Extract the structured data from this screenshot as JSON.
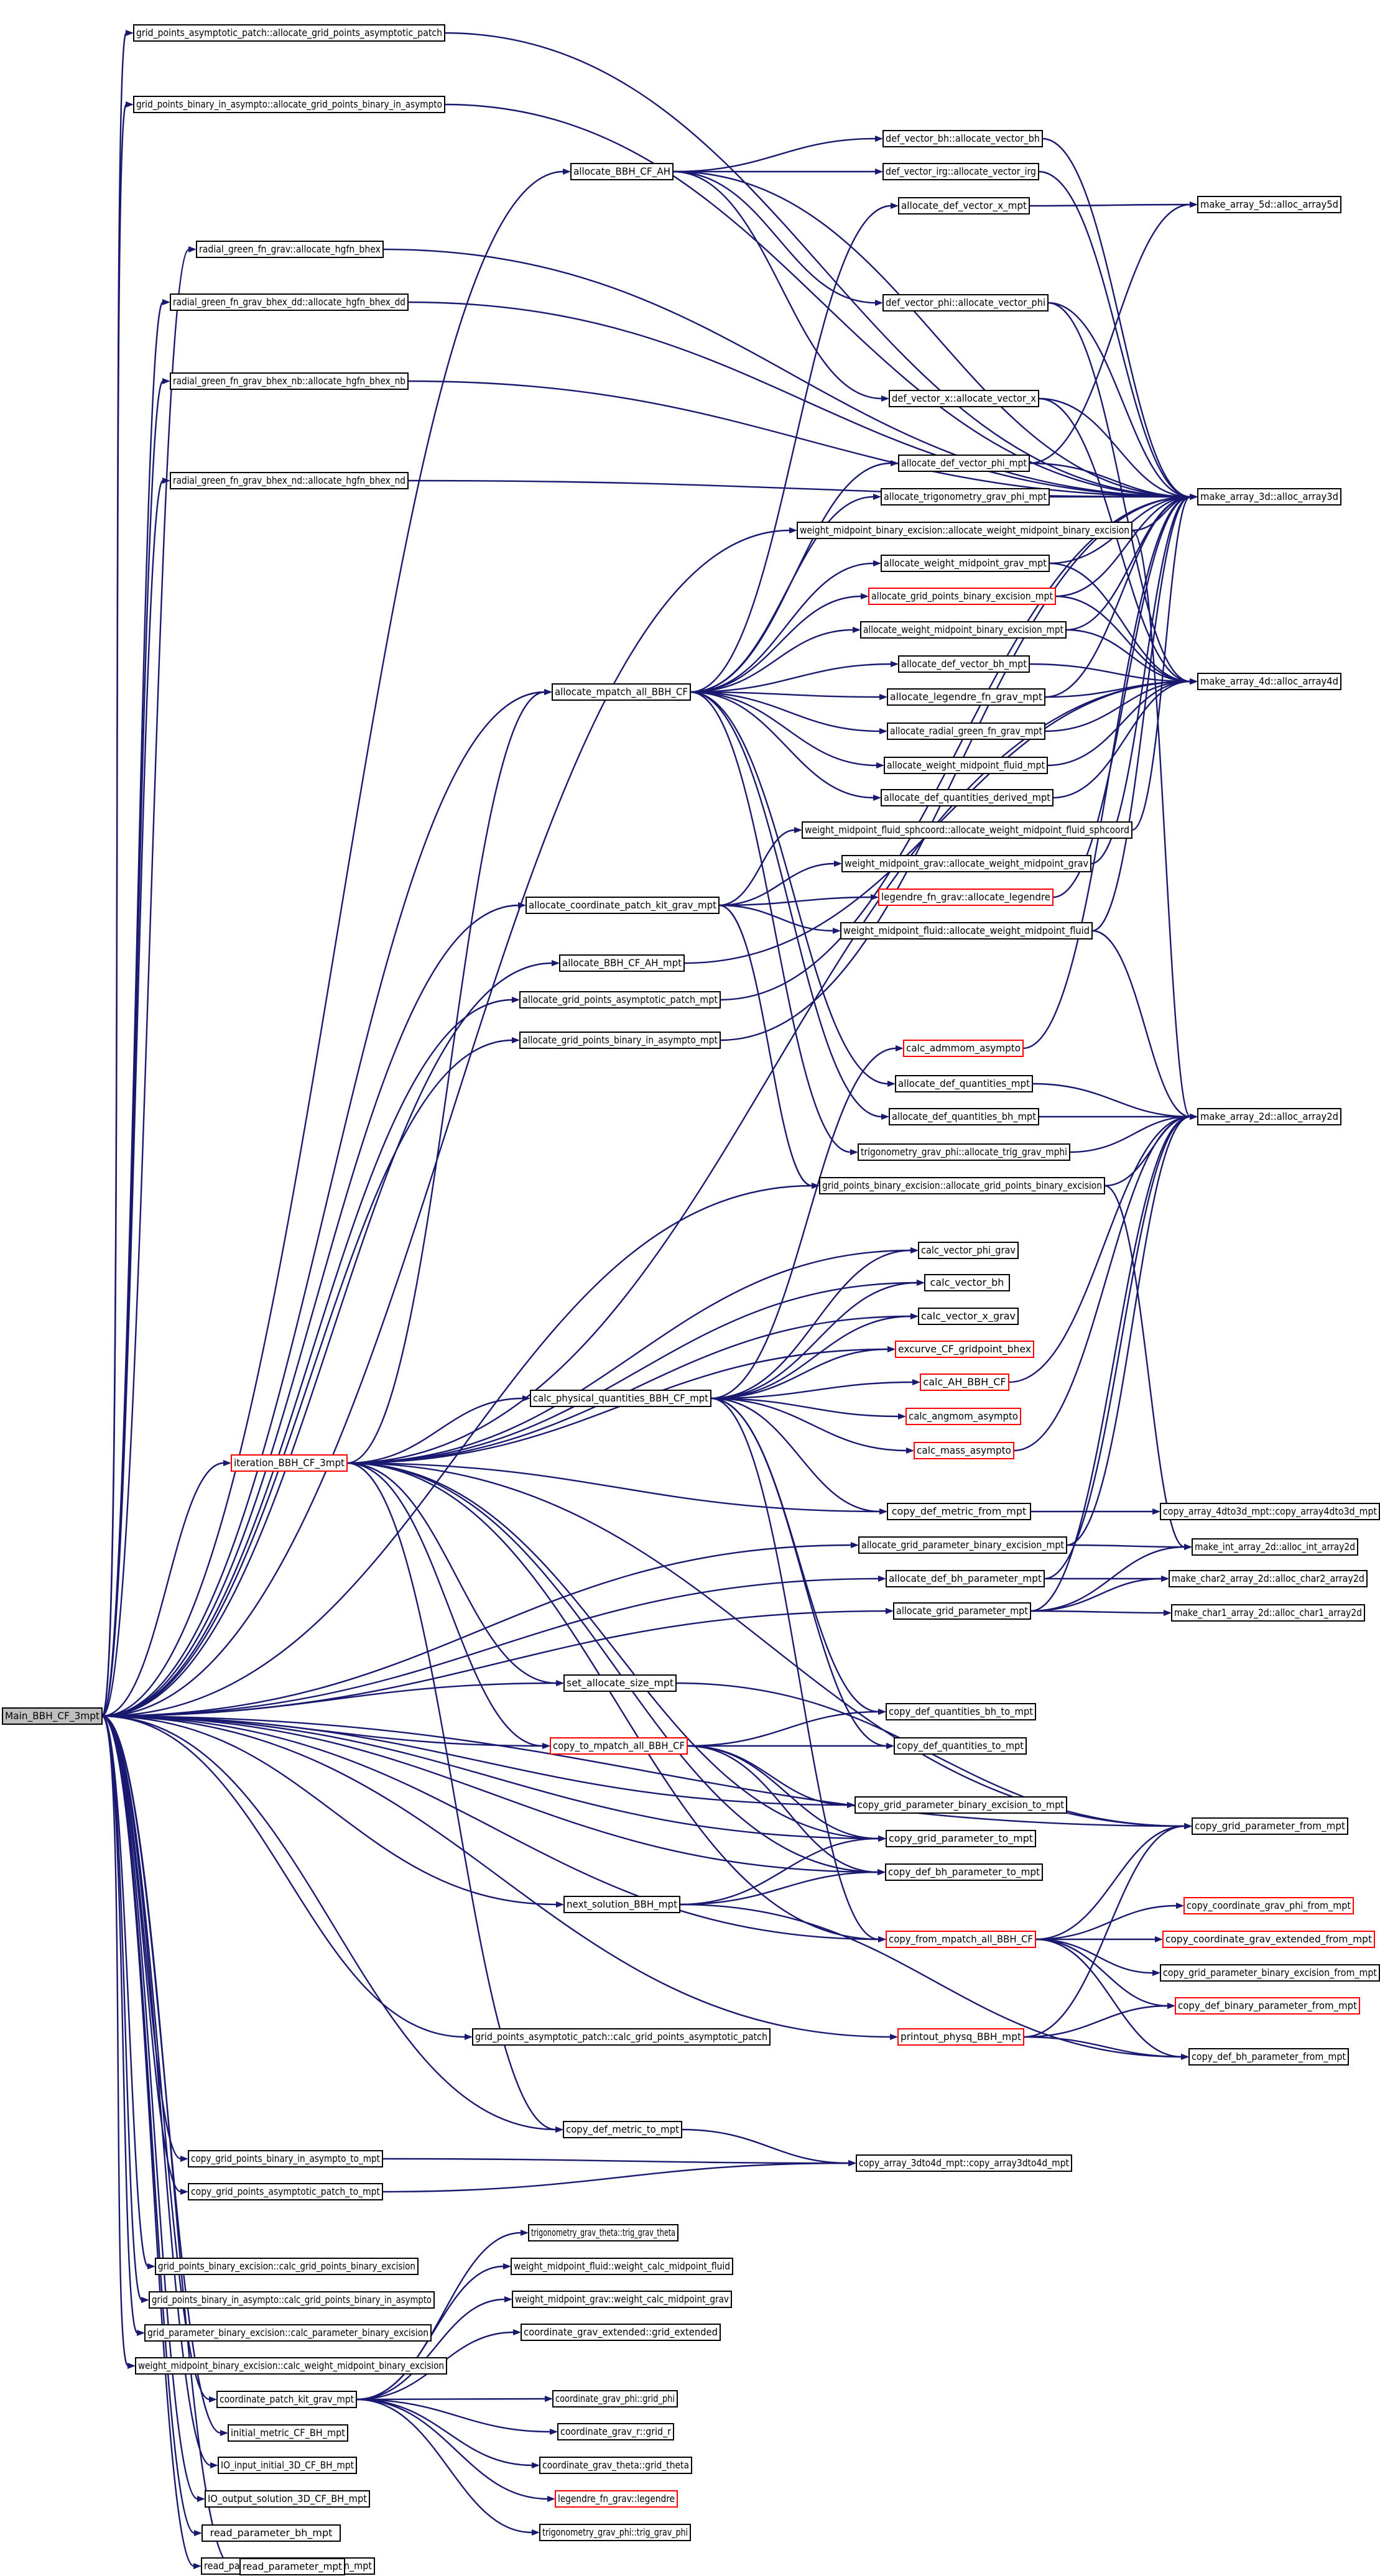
{
  "colors": {
    "edge": "#191970",
    "root_fill": "#bfbfbf",
    "highlight_border": "#ff0000",
    "border": "#000000"
  },
  "nodes": [
    {
      "id": "root",
      "label": "Main_BBH_CF_3mpt",
      "style": "root"
    },
    {
      "id": "n1",
      "label": "grid_points_asymptotic_patch::allocate_grid_points_asymptotic_patch"
    },
    {
      "id": "n2",
      "label": "grid_points_binary_in_asympto::allocate_grid_points_binary_in_asympto"
    },
    {
      "id": "n3",
      "label": "allocate_BBH_CF_AH"
    },
    {
      "id": "n4",
      "label": "def_vector_bh::allocate_vector_bh"
    },
    {
      "id": "n5",
      "label": "def_vector_irg::allocate_vector_irg"
    },
    {
      "id": "n6",
      "label": "allocate_def_vector_x_mpt"
    },
    {
      "id": "n7",
      "label": "make_array_5d::alloc_array5d"
    },
    {
      "id": "n8",
      "label": "radial_green_fn_grav::allocate_hgfn_bhex"
    },
    {
      "id": "n9",
      "label": "radial_green_fn_grav_bhex_dd::allocate_hgfn_bhex_dd"
    },
    {
      "id": "n10",
      "label": "def_vector_phi::allocate_vector_phi"
    },
    {
      "id": "n11",
      "label": "radial_green_fn_grav_bhex_nb::allocate_hgfn_bhex_nb"
    },
    {
      "id": "n12",
      "label": "def_vector_x::allocate_vector_x"
    },
    {
      "id": "n13",
      "label": "radial_green_fn_grav_bhex_nd::allocate_hgfn_bhex_nd"
    },
    {
      "id": "n14",
      "label": "allocate_def_vector_phi_mpt"
    },
    {
      "id": "n15",
      "label": "allocate_trigonometry_grav_phi_mpt"
    },
    {
      "id": "n16",
      "label": "make_array_3d::alloc_array3d"
    },
    {
      "id": "n17",
      "label": "weight_midpoint_binary_excision::allocate_weight_midpoint_binary_excision"
    },
    {
      "id": "n18",
      "label": "allocate_weight_midpoint_grav_mpt"
    },
    {
      "id": "n19",
      "label": "allocate_grid_points_binary_excision_mpt",
      "style": "red"
    },
    {
      "id": "n20",
      "label": "allocate_weight_midpoint_binary_excision_mpt"
    },
    {
      "id": "n21",
      "label": "allocate_def_vector_bh_mpt"
    },
    {
      "id": "n22",
      "label": "allocate_mpatch_all_BBH_CF"
    },
    {
      "id": "n23",
      "label": "allocate_legendre_fn_grav_mpt"
    },
    {
      "id": "n24",
      "label": "make_array_4d::alloc_array4d"
    },
    {
      "id": "n25",
      "label": "allocate_radial_green_fn_grav_mpt"
    },
    {
      "id": "n26",
      "label": "allocate_weight_midpoint_fluid_mpt"
    },
    {
      "id": "n27",
      "label": "allocate_def_quantities_derived_mpt"
    },
    {
      "id": "n28",
      "label": "weight_midpoint_fluid_sphcoord::allocate_weight_midpoint_fluid_sphcoord"
    },
    {
      "id": "n29",
      "label": "weight_midpoint_grav::allocate_weight_midpoint_grav"
    },
    {
      "id": "n30",
      "label": "allocate_coordinate_patch_kit_grav_mpt"
    },
    {
      "id": "n31",
      "label": "legendre_fn_grav::allocate_legendre",
      "style": "red"
    },
    {
      "id": "n32",
      "label": "weight_midpoint_fluid::allocate_weight_midpoint_fluid"
    },
    {
      "id": "n33",
      "label": "allocate_BBH_CF_AH_mpt"
    },
    {
      "id": "n34",
      "label": "allocate_grid_points_asymptotic_patch_mpt"
    },
    {
      "id": "n35",
      "label": "allocate_grid_points_binary_in_asympto_mpt"
    },
    {
      "id": "n36",
      "label": "calc_admmom_asympto",
      "style": "red"
    },
    {
      "id": "n37",
      "label": "allocate_def_quantities_mpt"
    },
    {
      "id": "n38",
      "label": "allocate_def_quantities_bh_mpt"
    },
    {
      "id": "n39",
      "label": "make_array_2d::alloc_array2d"
    },
    {
      "id": "n40",
      "label": "trigonometry_grav_phi::allocate_trig_grav_mphi"
    },
    {
      "id": "n41",
      "label": "grid_points_binary_excision::allocate_grid_points_binary_excision"
    },
    {
      "id": "n42",
      "label": "calc_vector_phi_grav"
    },
    {
      "id": "n43",
      "label": "calc_vector_bh"
    },
    {
      "id": "n44",
      "label": "calc_vector_x_grav"
    },
    {
      "id": "n45",
      "label": "excurve_CF_gridpoint_bhex",
      "style": "red"
    },
    {
      "id": "n46",
      "label": "calc_AH_BBH_CF",
      "style": "red"
    },
    {
      "id": "n47",
      "label": "calc_physical_quantities_BBH_CF_mpt"
    },
    {
      "id": "n48",
      "label": "calc_angmom_asympto",
      "style": "red"
    },
    {
      "id": "n49",
      "label": "iteration_BBH_CF_3mpt",
      "style": "red"
    },
    {
      "id": "n50",
      "label": "calc_mass_asympto",
      "style": "red"
    },
    {
      "id": "n51",
      "label": "copy_def_metric_from_mpt"
    },
    {
      "id": "n52",
      "label": "copy_array_4dto3d_mpt::copy_array4dto3d_mpt"
    },
    {
      "id": "n53",
      "label": "allocate_grid_parameter_binary_excision_mpt"
    },
    {
      "id": "n54",
      "label": "make_int_array_2d::alloc_int_array2d"
    },
    {
      "id": "n55",
      "label": "allocate_def_bh_parameter_mpt"
    },
    {
      "id": "n56",
      "label": "make_char2_array_2d::alloc_char2_array2d"
    },
    {
      "id": "n57",
      "label": "allocate_grid_parameter_mpt"
    },
    {
      "id": "n58",
      "label": "make_char1_array_2d::alloc_char1_array2d"
    },
    {
      "id": "n59",
      "label": "set_allocate_size_mpt"
    },
    {
      "id": "n60",
      "label": "copy_def_quantities_bh_to_mpt"
    },
    {
      "id": "n61",
      "label": "copy_to_mpatch_all_BBH_CF",
      "style": "red"
    },
    {
      "id": "n62",
      "label": "copy_def_quantities_to_mpt"
    },
    {
      "id": "n63",
      "label": "copy_grid_parameter_binary_excision_to_mpt"
    },
    {
      "id": "n64",
      "label": "copy_grid_parameter_from_mpt"
    },
    {
      "id": "n65",
      "label": "copy_grid_parameter_to_mpt"
    },
    {
      "id": "n66",
      "label": "copy_def_bh_parameter_to_mpt"
    },
    {
      "id": "n67",
      "label": "next_solution_BBH_mpt"
    },
    {
      "id": "n68",
      "label": "copy_coordinate_grav_phi_from_mpt",
      "style": "red"
    },
    {
      "id": "n69",
      "label": "copy_from_mpatch_all_BBH_CF",
      "style": "red"
    },
    {
      "id": "n70",
      "label": "copy_coordinate_grav_extended_from_mpt",
      "style": "red"
    },
    {
      "id": "n71",
      "label": "copy_grid_parameter_binary_excision_from_mpt"
    },
    {
      "id": "n72",
      "label": "grid_points_asymptotic_patch::calc_grid_points_asymptotic_patch"
    },
    {
      "id": "n73",
      "label": "copy_def_binary_parameter_from_mpt",
      "style": "red"
    },
    {
      "id": "n74",
      "label": "printout_physq_BBH_mpt",
      "style": "red"
    },
    {
      "id": "n75",
      "label": "copy_def_bh_parameter_from_mpt"
    },
    {
      "id": "n76",
      "label": "copy_def_metric_to_mpt"
    },
    {
      "id": "n77",
      "label": "copy_grid_points_binary_in_asympto_to_mpt"
    },
    {
      "id": "n78",
      "label": "copy_array_3dto4d_mpt::copy_array3dto4d_mpt"
    },
    {
      "id": "n79",
      "label": "copy_grid_points_asymptotic_patch_to_mpt"
    },
    {
      "id": "n80",
      "label": "trigonometry_grav_theta::trig_grav_theta"
    },
    {
      "id": "n81",
      "label": "grid_points_binary_excision::calc_grid_points_binary_excision"
    },
    {
      "id": "n82",
      "label": "weight_midpoint_fluid::weight_calc_midpoint_fluid"
    },
    {
      "id": "n83",
      "label": "grid_points_binary_in_asympto::calc_grid_points_binary_in_asympto"
    },
    {
      "id": "n84",
      "label": "weight_midpoint_grav::weight_calc_midpoint_grav"
    },
    {
      "id": "n85",
      "label": "grid_parameter_binary_excision::calc_parameter_binary_excision"
    },
    {
      "id": "n86",
      "label": "coordinate_grav_extended::grid_extended"
    },
    {
      "id": "n87",
      "label": "weight_midpoint_binary_excision::calc_weight_midpoint_binary_excision"
    },
    {
      "id": "n88",
      "label": "coordinate_patch_kit_grav_mpt"
    },
    {
      "id": "n89",
      "label": "coordinate_grav_phi::grid_phi"
    },
    {
      "id": "n90",
      "label": "initial_metric_CF_BH_mpt"
    },
    {
      "id": "n91",
      "label": "coordinate_grav_r::grid_r"
    },
    {
      "id": "n92",
      "label": "IO_input_initial_3D_CF_BH_mpt"
    },
    {
      "id": "n93",
      "label": "coordinate_grav_theta::grid_theta"
    },
    {
      "id": "n94",
      "label": "IO_output_solution_3D_CF_BH_mpt"
    },
    {
      "id": "n95",
      "label": "legendre_fn_grav::legendre",
      "style": "red"
    },
    {
      "id": "n96",
      "label": "read_parameter_bh_mpt"
    },
    {
      "id": "n97",
      "label": "trigonometry_grav_phi::trig_grav_phi"
    },
    {
      "id": "n98",
      "label": "read_parameter_binary_excision_mpt"
    },
    {
      "id": "n99",
      "label": "read_parameter_mpt"
    }
  ],
  "edges": [
    [
      "root",
      "n1"
    ],
    [
      "root",
      "n2"
    ],
    [
      "root",
      "n3"
    ],
    [
      "root",
      "n8"
    ],
    [
      "root",
      "n9"
    ],
    [
      "root",
      "n11"
    ],
    [
      "root",
      "n13"
    ],
    [
      "root",
      "n17"
    ],
    [
      "root",
      "n22"
    ],
    [
      "root",
      "n30"
    ],
    [
      "root",
      "n33"
    ],
    [
      "root",
      "n34"
    ],
    [
      "root",
      "n35"
    ],
    [
      "root",
      "n41"
    ],
    [
      "root",
      "n49"
    ],
    [
      "root",
      "n53"
    ],
    [
      "root",
      "n55"
    ],
    [
      "root",
      "n57"
    ],
    [
      "root",
      "n59"
    ],
    [
      "root",
      "n61"
    ],
    [
      "root",
      "n63"
    ],
    [
      "root",
      "n65"
    ],
    [
      "root",
      "n66"
    ],
    [
      "root",
      "n67"
    ],
    [
      "root",
      "n69"
    ],
    [
      "root",
      "n72"
    ],
    [
      "root",
      "n74"
    ],
    [
      "root",
      "n76"
    ],
    [
      "root",
      "n77"
    ],
    [
      "root",
      "n79"
    ],
    [
      "root",
      "n81"
    ],
    [
      "root",
      "n83"
    ],
    [
      "root",
      "n85"
    ],
    [
      "root",
      "n87"
    ],
    [
      "root",
      "n88"
    ],
    [
      "root",
      "n90"
    ],
    [
      "root",
      "n92"
    ],
    [
      "root",
      "n94"
    ],
    [
      "root",
      "n96"
    ],
    [
      "root",
      "n98"
    ],
    [
      "root",
      "n99"
    ],
    [
      "root",
      "n64"
    ],
    [
      "n1",
      "n16"
    ],
    [
      "n2",
      "n16"
    ],
    [
      "n3",
      "n4"
    ],
    [
      "n3",
      "n5"
    ],
    [
      "n3",
      "n10"
    ],
    [
      "n3",
      "n12"
    ],
    [
      "n3",
      "n16"
    ],
    [
      "n4",
      "n16"
    ],
    [
      "n5",
      "n16"
    ],
    [
      "n6",
      "n7"
    ],
    [
      "n8",
      "n16"
    ],
    [
      "n9",
      "n16"
    ],
    [
      "n10",
      "n16"
    ],
    [
      "n10",
      "n24"
    ],
    [
      "n11",
      "n16"
    ],
    [
      "n12",
      "n16"
    ],
    [
      "n12",
      "n24"
    ],
    [
      "n13",
      "n16"
    ],
    [
      "n14",
      "n16"
    ],
    [
      "n14",
      "n7"
    ],
    [
      "n15",
      "n16"
    ],
    [
      "n17",
      "n16"
    ],
    [
      "n17",
      "n39"
    ],
    [
      "n18",
      "n16"
    ],
    [
      "n18",
      "n24"
    ],
    [
      "n19",
      "n16"
    ],
    [
      "n19",
      "n24"
    ],
    [
      "n20",
      "n16"
    ],
    [
      "n20",
      "n24"
    ],
    [
      "n21",
      "n24"
    ],
    [
      "n22",
      "n6"
    ],
    [
      "n22",
      "n14"
    ],
    [
      "n22",
      "n15"
    ],
    [
      "n22",
      "n18"
    ],
    [
      "n22",
      "n19"
    ],
    [
      "n22",
      "n20"
    ],
    [
      "n22",
      "n21"
    ],
    [
      "n22",
      "n23"
    ],
    [
      "n22",
      "n25"
    ],
    [
      "n22",
      "n26"
    ],
    [
      "n22",
      "n27"
    ],
    [
      "n22",
      "n37"
    ],
    [
      "n22",
      "n38"
    ],
    [
      "n22",
      "n40"
    ],
    [
      "n23",
      "n16"
    ],
    [
      "n23",
      "n24"
    ],
    [
      "n25",
      "n24"
    ],
    [
      "n26",
      "n24"
    ],
    [
      "n27",
      "n24"
    ],
    [
      "n28",
      "n16"
    ],
    [
      "n29",
      "n16"
    ],
    [
      "n30",
      "n28"
    ],
    [
      "n30",
      "n29"
    ],
    [
      "n30",
      "n31"
    ],
    [
      "n30",
      "n32"
    ],
    [
      "n30",
      "n41"
    ],
    [
      "n31",
      "n16"
    ],
    [
      "n32",
      "n16"
    ],
    [
      "n32",
      "n39"
    ],
    [
      "n33",
      "n24"
    ],
    [
      "n34",
      "n16"
    ],
    [
      "n35",
      "n16"
    ],
    [
      "n36",
      "n16"
    ],
    [
      "n37",
      "n39"
    ],
    [
      "n38",
      "n39"
    ],
    [
      "n40",
      "n39"
    ],
    [
      "n41",
      "n39"
    ],
    [
      "n41",
      "n54"
    ],
    [
      "n47",
      "n36"
    ],
    [
      "n47",
      "n42"
    ],
    [
      "n47",
      "n43"
    ],
    [
      "n47",
      "n44"
    ],
    [
      "n47",
      "n45"
    ],
    [
      "n47",
      "n46"
    ],
    [
      "n47",
      "n48"
    ],
    [
      "n47",
      "n50"
    ],
    [
      "n47",
      "n51"
    ],
    [
      "n47",
      "n60"
    ],
    [
      "n47",
      "n62"
    ],
    [
      "n47",
      "n69"
    ],
    [
      "n49",
      "n22"
    ],
    [
      "n49",
      "n42"
    ],
    [
      "n49",
      "n43"
    ],
    [
      "n49",
      "n44"
    ],
    [
      "n49",
      "n45"
    ],
    [
      "n49",
      "n47"
    ],
    [
      "n49",
      "n51"
    ],
    [
      "n49",
      "n59"
    ],
    [
      "n49",
      "n61"
    ],
    [
      "n49",
      "n65"
    ],
    [
      "n49",
      "n66"
    ],
    [
      "n49",
      "n69"
    ],
    [
      "n49",
      "n76"
    ],
    [
      "n49",
      "n64"
    ],
    [
      "n49",
      "n24"
    ],
    [
      "n46",
      "n39"
    ],
    [
      "n50",
      "n39"
    ],
    [
      "n51",
      "n52"
    ],
    [
      "n53",
      "n54"
    ],
    [
      "n53",
      "n39"
    ],
    [
      "n55",
      "n56"
    ],
    [
      "n55",
      "n39"
    ],
    [
      "n57",
      "n58"
    ],
    [
      "n57",
      "n54"
    ],
    [
      "n57",
      "n56"
    ],
    [
      "n57",
      "n39"
    ],
    [
      "n61",
      "n60"
    ],
    [
      "n61",
      "n62"
    ],
    [
      "n61",
      "n63"
    ],
    [
      "n61",
      "n65"
    ],
    [
      "n61",
      "n66"
    ],
    [
      "n67",
      "n65"
    ],
    [
      "n67",
      "n66"
    ],
    [
      "n67",
      "n75"
    ],
    [
      "n69",
      "n64"
    ],
    [
      "n69",
      "n68"
    ],
    [
      "n69",
      "n70"
    ],
    [
      "n69",
      "n71"
    ],
    [
      "n69",
      "n73"
    ],
    [
      "n69",
      "n75"
    ],
    [
      "n74",
      "n64"
    ],
    [
      "n74",
      "n73"
    ],
    [
      "n74",
      "n75"
    ],
    [
      "n76",
      "n78"
    ],
    [
      "n77",
      "n78"
    ],
    [
      "n79",
      "n78"
    ],
    [
      "n88",
      "n80"
    ],
    [
      "n88",
      "n82"
    ],
    [
      "n88",
      "n84"
    ],
    [
      "n88",
      "n86"
    ],
    [
      "n88",
      "n89"
    ],
    [
      "n88",
      "n91"
    ],
    [
      "n88",
      "n93"
    ],
    [
      "n88",
      "n95"
    ],
    [
      "n88",
      "n97"
    ],
    [
      "n59",
      "n64"
    ]
  ]
}
